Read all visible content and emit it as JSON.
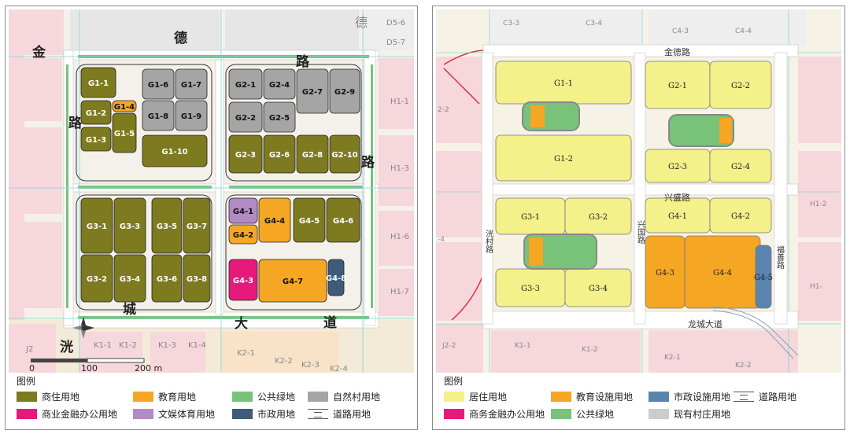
{
  "left_map": {
    "road_labels": [
      "金",
      "德",
      "路",
      "路",
      "路",
      "城",
      "大",
      "道",
      "洸"
    ],
    "corner_labels": [
      "德",
      "D5-6",
      "D5-7",
      "H1-1",
      "H1-3",
      "H1-6",
      "H1-7",
      "K1-1",
      "K1-2",
      "K1-3",
      "K1-4",
      "K2-1",
      "K2-2",
      "K2-3",
      "K2-4",
      "J2"
    ],
    "parcels": [
      {
        "id": "G1-1",
        "use": "residential_commercial"
      },
      {
        "id": "G1-2",
        "use": "residential_commercial"
      },
      {
        "id": "G1-3",
        "use": "residential_commercial"
      },
      {
        "id": "G1-4",
        "use": "education"
      },
      {
        "id": "G1-5",
        "use": "residential_commercial"
      },
      {
        "id": "G1-6",
        "use": "village"
      },
      {
        "id": "G1-7",
        "use": "village"
      },
      {
        "id": "G1-8",
        "use": "village"
      },
      {
        "id": "G1-9",
        "use": "village"
      },
      {
        "id": "G1-10",
        "use": "residential_commercial"
      },
      {
        "id": "G2-1",
        "use": "village"
      },
      {
        "id": "G2-2",
        "use": "village"
      },
      {
        "id": "G2-3",
        "use": "residential_commercial"
      },
      {
        "id": "G2-4",
        "use": "village"
      },
      {
        "id": "G2-5",
        "use": "village"
      },
      {
        "id": "G2-6",
        "use": "residential_commercial"
      },
      {
        "id": "G2-7",
        "use": "village"
      },
      {
        "id": "G2-8",
        "use": "residential_commercial"
      },
      {
        "id": "G2-9",
        "use": "village"
      },
      {
        "id": "G2-10",
        "use": "residential_commercial"
      },
      {
        "id": "G3-1",
        "use": "residential_commercial"
      },
      {
        "id": "G3-2",
        "use": "residential_commercial"
      },
      {
        "id": "G3-3",
        "use": "residential_commercial"
      },
      {
        "id": "G3-4",
        "use": "residential_commercial"
      },
      {
        "id": "G3-5",
        "use": "residential_commercial"
      },
      {
        "id": "G3-6",
        "use": "residential_commercial"
      },
      {
        "id": "G3-7",
        "use": "residential_commercial"
      },
      {
        "id": "G3-8",
        "use": "residential_commercial"
      },
      {
        "id": "G4-1",
        "use": "culture"
      },
      {
        "id": "G4-2",
        "use": "education"
      },
      {
        "id": "G4-3",
        "use": "commercial_finance"
      },
      {
        "id": "G4-4",
        "use": "education"
      },
      {
        "id": "G4-5",
        "use": "residential_commercial"
      },
      {
        "id": "G4-6",
        "use": "residential_commercial"
      },
      {
        "id": "G4-7",
        "use": "education"
      },
      {
        "id": "G4-8",
        "use": "municipal"
      }
    ],
    "scale_bar": {
      "labels": [
        "0",
        "100",
        "200 m"
      ]
    },
    "compass": "north-arrow"
  },
  "right_map": {
    "road_labels": [
      "金德路",
      "兴盛路",
      "兴国路",
      "洸村路",
      "福善路",
      "龙城大道"
    ],
    "corner_labels": [
      "C3-3",
      "C3-4",
      "C4-3",
      "C4-4",
      "2-2",
      "-4",
      "H1-2",
      "H1-",
      "J2-2",
      "K1-1",
      "K1-2",
      "K2-1",
      "K2-2"
    ],
    "parcels": [
      {
        "id": "G1-1",
        "use": "residential"
      },
      {
        "id": "G1-2",
        "use": "residential"
      },
      {
        "id": "G2-1",
        "use": "residential"
      },
      {
        "id": "G2-2",
        "use": "residential"
      },
      {
        "id": "G2-3",
        "use": "residential"
      },
      {
        "id": "G2-4",
        "use": "residential"
      },
      {
        "id": "G3-1",
        "use": "residential"
      },
      {
        "id": "G3-2",
        "use": "residential"
      },
      {
        "id": "G3-3",
        "use": "residential"
      },
      {
        "id": "G3-4",
        "use": "residential"
      },
      {
        "id": "G4-1",
        "use": "residential"
      },
      {
        "id": "G4-2",
        "use": "residential"
      },
      {
        "id": "G4-3",
        "use": "education"
      },
      {
        "id": "G4-4",
        "use": "education"
      },
      {
        "id": "G4-5",
        "use": "municipal"
      }
    ]
  },
  "left_legend": {
    "title": "图例",
    "items": [
      {
        "label": "商住用地",
        "color": "#7d7a1f"
      },
      {
        "label": "教育用地",
        "color": "#f5a623"
      },
      {
        "label": "公共绿地",
        "color": "#79c27a"
      },
      {
        "label": "自然村用地",
        "color": "#a5a5a5"
      },
      {
        "label": "商业金融办公用地",
        "color": "#e51a7b"
      },
      {
        "label": "文娱体育用地",
        "color": "#b18ac6"
      },
      {
        "label": "市政用地",
        "color": "#3e5c7a"
      },
      {
        "label": "道路用地",
        "color": "road"
      }
    ]
  },
  "right_legend": {
    "title": "图例",
    "items": [
      {
        "label": "居住用地",
        "color": "#f4f08a"
      },
      {
        "label": "教育设施用地",
        "color": "#f5a623"
      },
      {
        "label": "市政设施用地",
        "color": "#5a84b0"
      },
      {
        "label": "道路用地",
        "color": "road"
      },
      {
        "label": "商务金融办公用地",
        "color": "#e51a7b"
      },
      {
        "label": "公共绿地",
        "color": "#79c27a"
      },
      {
        "label": "现有村庄用地",
        "color": "#cccccc"
      }
    ]
  },
  "colors": {
    "residential_commercial": "#7d7a1f",
    "education": "#f5a623",
    "green": "#79c27a",
    "village": "#a5a5a5",
    "commercial_finance": "#e51a7b",
    "culture": "#b18ac6",
    "municipal": "#3e5c7a",
    "residential": "#f4f08a",
    "municipal_right": "#5a84b0",
    "background_pink": "#f6d7dc",
    "background_grey": "#e6e6e6"
  }
}
